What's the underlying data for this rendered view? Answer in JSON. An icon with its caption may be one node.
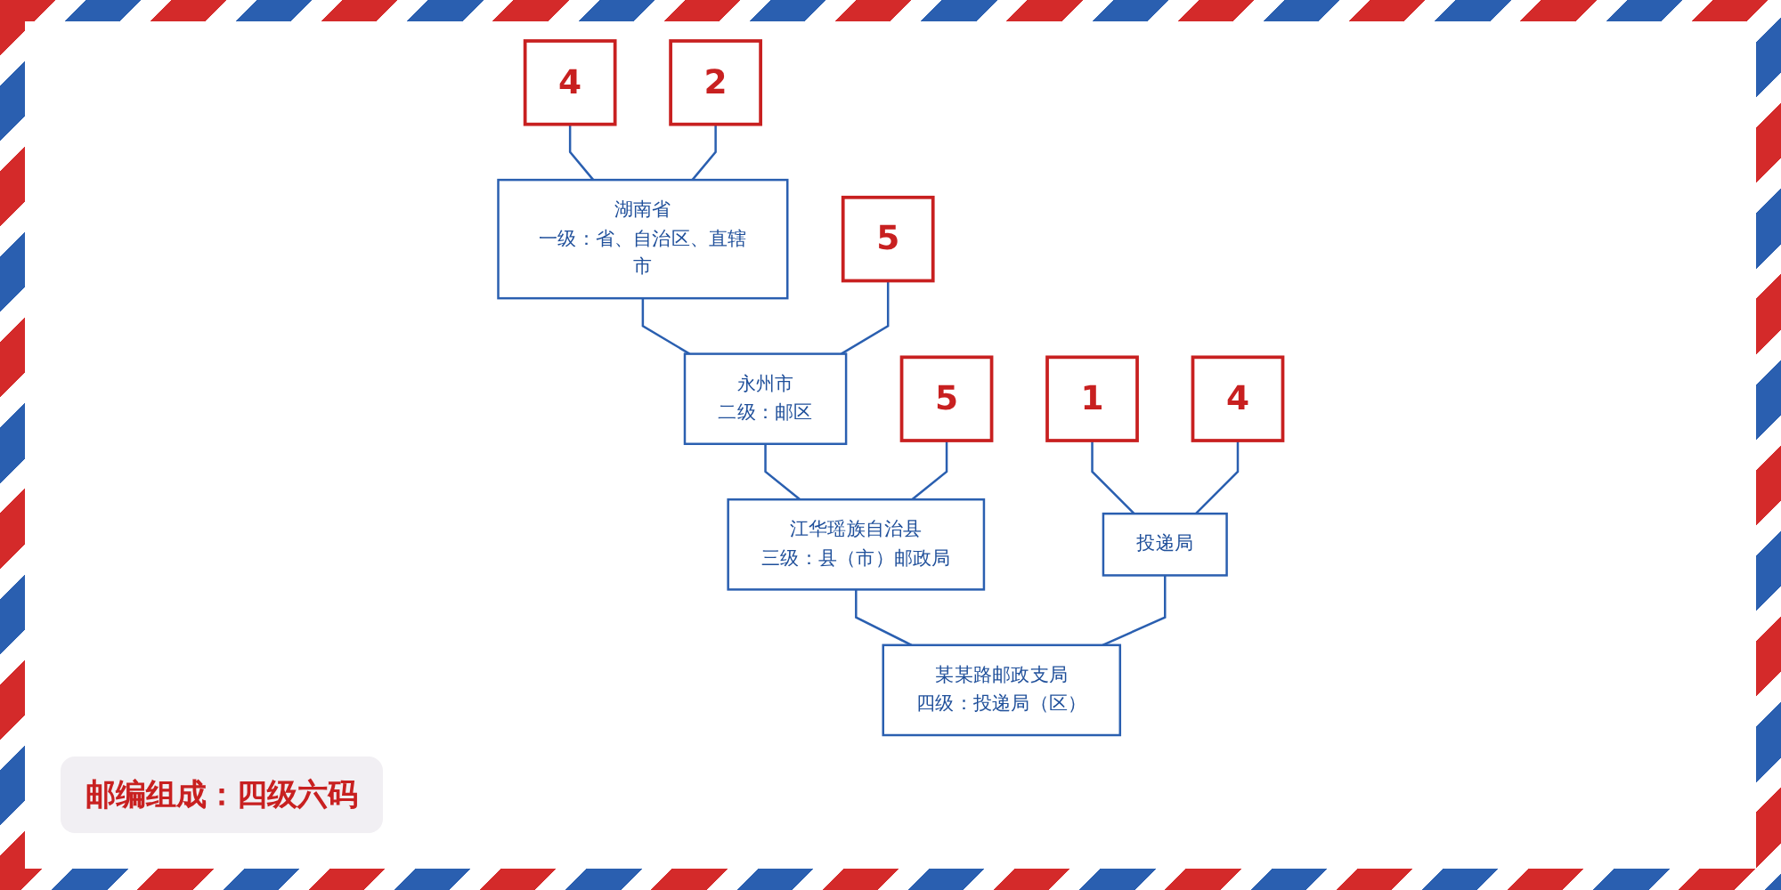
{
  "diagram": {
    "nodes": [
      {
        "text": [
          "4"
        ]
      },
      {
        "text": [
          "2"
        ]
      },
      {
        "text": [
          "5"
        ]
      },
      {
        "text": [
          "5"
        ]
      },
      {
        "text": [
          "1"
        ]
      },
      {
        "text": [
          "4"
        ]
      },
      {
        "text": [
          "湖南省",
          "一级：省、自治区、直辖市"
        ]
      },
      {
        "text": [
          "永州市",
          "二级：邮区"
        ]
      },
      {
        "text": [
          "江华瑶族自治县",
          "三级：县（市）邮政局"
        ]
      },
      {
        "text": [
          "某某路邮政支局",
          "四级：投递局（区）"
        ]
      },
      {
        "text": [
          "投递局"
        ]
      }
    ],
    "edges": [
      {
        "from": 0,
        "to": 6,
        "arrow": "none"
      },
      {
        "from": 1,
        "to": 6,
        "arrow": "none"
      },
      {
        "from": 6,
        "to": 7,
        "arrow": "none"
      },
      {
        "from": 2,
        "to": 7,
        "arrow": "none"
      },
      {
        "from": 7,
        "to": 8,
        "arrow": "none"
      },
      {
        "from": 3,
        "to": 8,
        "arrow": "none"
      },
      {
        "from": 8,
        "to": 9,
        "arrow": "none"
      },
      {
        "from": 10,
        "to": 9,
        "arrow": "none"
      },
      {
        "from": 4,
        "to": 10,
        "arrow": "none"
      },
      {
        "from": 5,
        "to": 10,
        "arrow": "none"
      }
    ],
    "labels": [
      "邮编组成：四级六码"
    ]
  }
}
